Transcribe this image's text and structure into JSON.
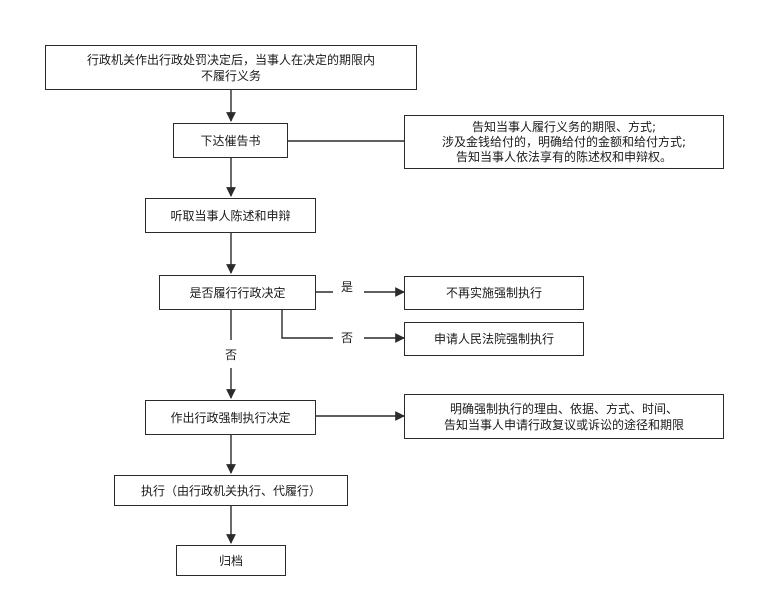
{
  "flow": {
    "start": {
      "line1": "行政机关作出行政处罚决定后，当事人在决定的期限内",
      "line2": "不履行义务"
    },
    "notice": "下达催告书",
    "notice_note": {
      "line1": "告知当事人履行义务的期限、方式;",
      "line2": "涉及金钱给付的，明确给付的金额和给付方式;",
      "line3": "告知当事人依法享有的陈述权和申辩权。"
    },
    "hearing": "听取当事人陈述和申辩",
    "decision_question": "是否履行行政决定",
    "yes_label": "是",
    "no_label_right": "否",
    "no_label_down": "否",
    "yes_result": "不再实施强制执行",
    "court_request": "申请人民法院强制执行",
    "enforce_decision": "作出行政强制执行决定",
    "enforce_note": {
      "line1": "明确强制执行的理由、依据、方式、时间、",
      "line2": "告知当事人申请行政复议或诉讼的途径和期限"
    },
    "execute": "执行（由行政机关执行、代履行）",
    "archive": "归档"
  }
}
